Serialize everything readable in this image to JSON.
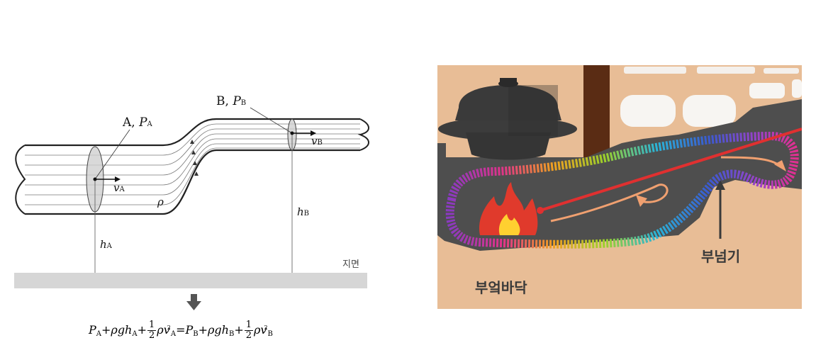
{
  "left_diagram": {
    "label_a": "A,",
    "label_a_p": "P",
    "label_a_sub": "A",
    "label_b": "B,",
    "label_b_p": "P",
    "label_b_sub": "B",
    "v_a": "v",
    "v_a_sub": "A",
    "v_b": "v",
    "v_b_sub": "B",
    "rho": "ρ",
    "h_a": "h",
    "h_a_sub": "A",
    "h_b": "h",
    "h_b_sub": "B",
    "ground_label": "지면",
    "equation": {
      "lhs": "P",
      "lhs_sub": "A",
      "plus1": "+ρgh",
      "plus1_sub": "A",
      "plus2": "+",
      "half_num": "1",
      "half_den": "2",
      "rho_v": "ρv",
      "rho_v_sub": "A",
      "sq": "2",
      "equals": "=P",
      "rhs_sub": "B",
      "plus3": "+ρgh",
      "plus3_sub": "B",
      "plus4": "+",
      "rho_v2": "ρv",
      "rho_v2_sub": "B"
    }
  },
  "right_diagram": {
    "label_buneomgi": "부넘기",
    "label_floor": "부엌바닥"
  }
}
